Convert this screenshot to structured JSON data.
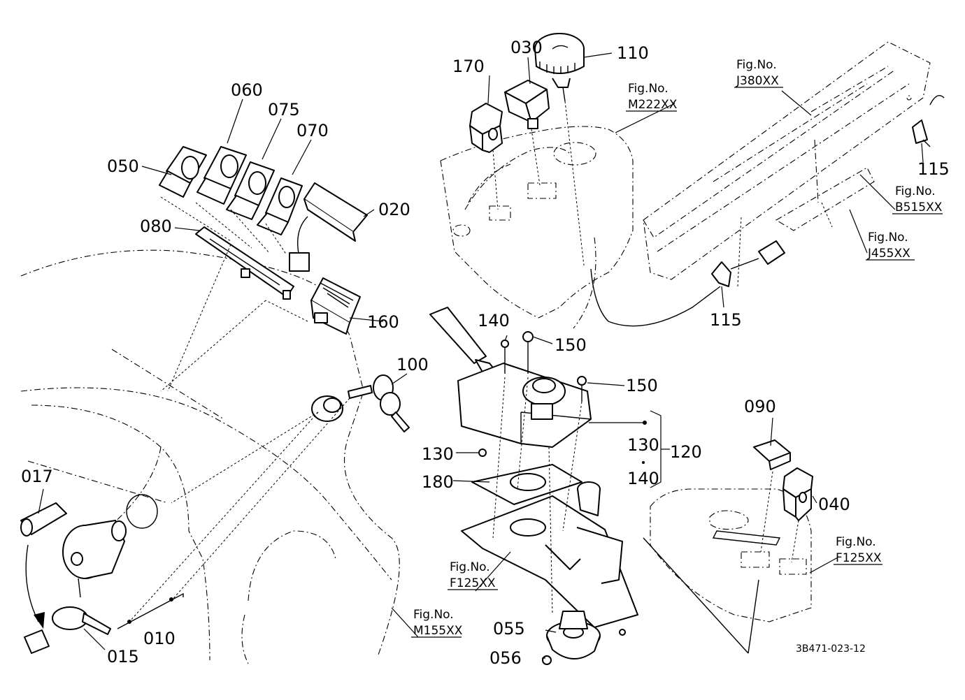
{
  "labels": {
    "p017": "017",
    "p010": "010",
    "p015": "015",
    "p020": "020",
    "p030": "030",
    "p040": "040",
    "p050": "050",
    "p055": "055",
    "p056": "056",
    "p060": "060",
    "p070": "070",
    "p075": "075",
    "p080": "080",
    "p090": "090",
    "p100": "100",
    "p110": "110",
    "p115a": "115",
    "p115b": "115",
    "p120": "120",
    "p130a": "130",
    "p130b": "130",
    "p140a": "140",
    "p140b": "140",
    "p150a": "150",
    "p150b": "150",
    "p160": "160",
    "p170": "170",
    "p180": "180"
  },
  "fig_refs": {
    "fig_caption": "Fig.No.",
    "m222": "M222XX",
    "j380": "J380XX",
    "b515": "B515XX",
    "j455": "J455XX",
    "f125_left": "F125XX",
    "f125_right": "F125XX",
    "m155": "M155XX"
  },
  "drawing_code": "3B471-023-12"
}
